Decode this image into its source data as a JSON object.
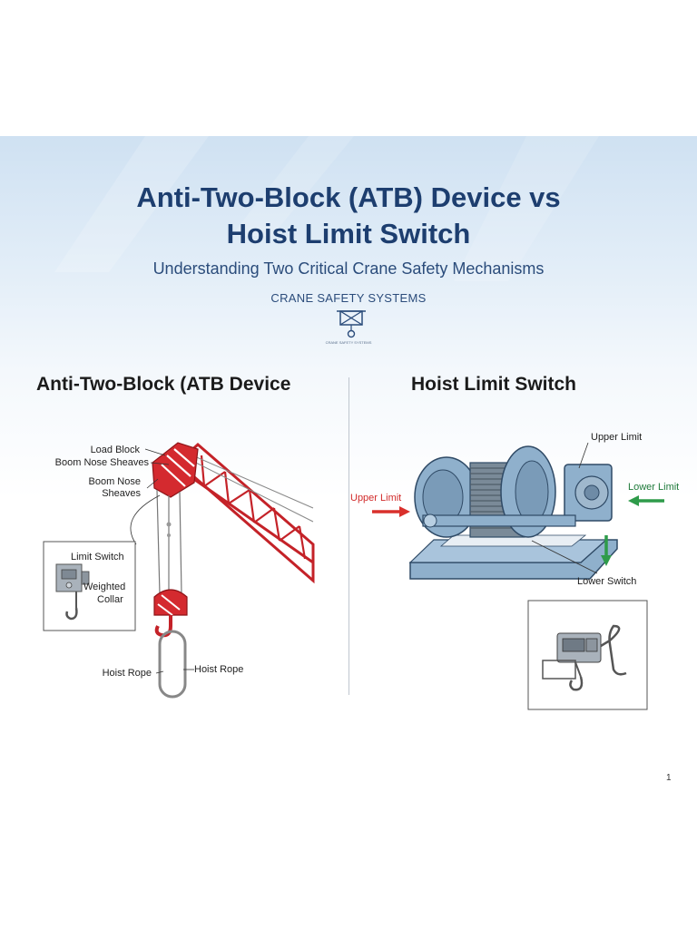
{
  "title": {
    "line1": "Anti-Two-Block (ATB) Device vs",
    "line2": "Hoist Limit Switch"
  },
  "subtitle": "Understanding Two Critical Crane Safety Mechanisms",
  "brand": {
    "name": "CRANE SAFETY SYSTEMS",
    "logo_icon": "crane-hook-logo-icon",
    "logo_caption": "CRANE SAFETY SYSTEMS"
  },
  "left_section": {
    "heading": "Anti-Two-Block (ATB Device",
    "labels": {
      "load_block": "Load Block",
      "boom_nose_sheaves_1": "Boom Nose Sheaves",
      "boom_nose_sheaves_2a": "Boom Nose",
      "boom_nose_sheaves_2b": "Sheaves",
      "limit_switch": "Limit Switch",
      "weighted": "Weighted",
      "collar": "Collar",
      "hoist_rope_left": "Hoist Rope",
      "hoist_rope_right": "Hoist Rope"
    }
  },
  "right_section": {
    "heading": "Hoist Limit Switch",
    "labels": {
      "upper_limit_top": "Upper Limit",
      "upper_limit_left": "Upper Limit",
      "lower_limit": "Lower Limit",
      "lower_switch": "Lower Switch"
    }
  },
  "colors": {
    "title": "#1d3e6f",
    "crane_red": "#d42a2f",
    "drum_blue": "#8fb0cc",
    "arrow_red": "#d9302c",
    "arrow_green": "#2e9b4a"
  },
  "page_number": "1"
}
